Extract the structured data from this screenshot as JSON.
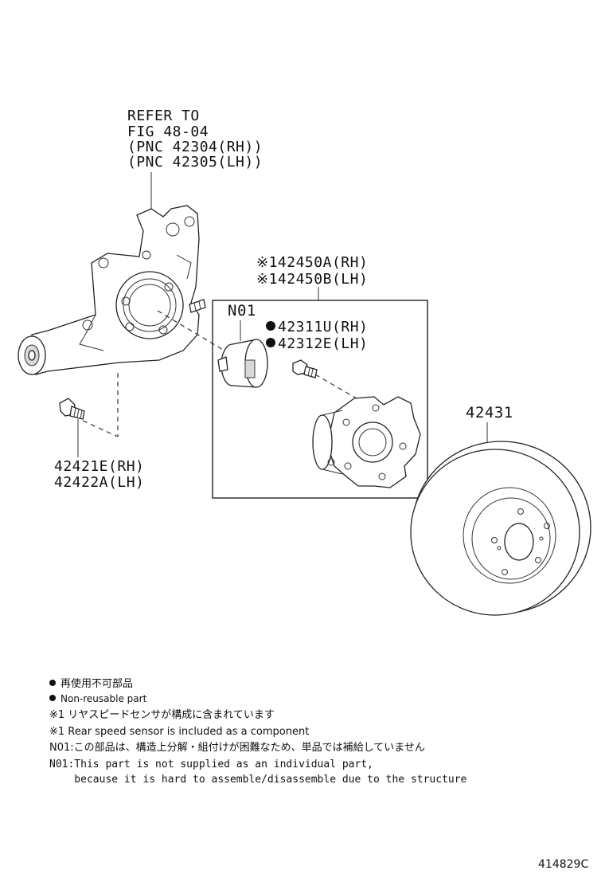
{
  "labels": {
    "refer_line1": "REFER TO",
    "refer_line2": "FIG 48-04",
    "refer_line3": "(PNC 42304(RH))",
    "refer_line4": "(PNC 42305(LH))",
    "hub_rh": "※142450A(RH)",
    "hub_lh": "※142450B(LH)",
    "n01": "N01",
    "bolt_rh": "42311U(RH)",
    "bolt_lh": "42312E(LH)",
    "knuckle_bolt_rh": "42421E(RH)",
    "knuckle_bolt_lh": "42422A(LH)",
    "rotor": "42431"
  },
  "notes": {
    "nonreusable_jp": "再使用不可部品",
    "nonreusable_en": "Non-reusable part",
    "sensor_jp": "※1 リヤスピードセンサが構成に含まれています",
    "sensor_en": "※1 Rear speed sensor is included as a component",
    "n01_jp": "N01:この部品は、構造上分解・組付けが困難なため、単品では補給していません",
    "n01_en_line1": "N01:This part is not supplied as an individual part,",
    "n01_en_line2": "    because it is hard to assemble/disassemble due to the structure"
  },
  "figure_code": "414829C"
}
